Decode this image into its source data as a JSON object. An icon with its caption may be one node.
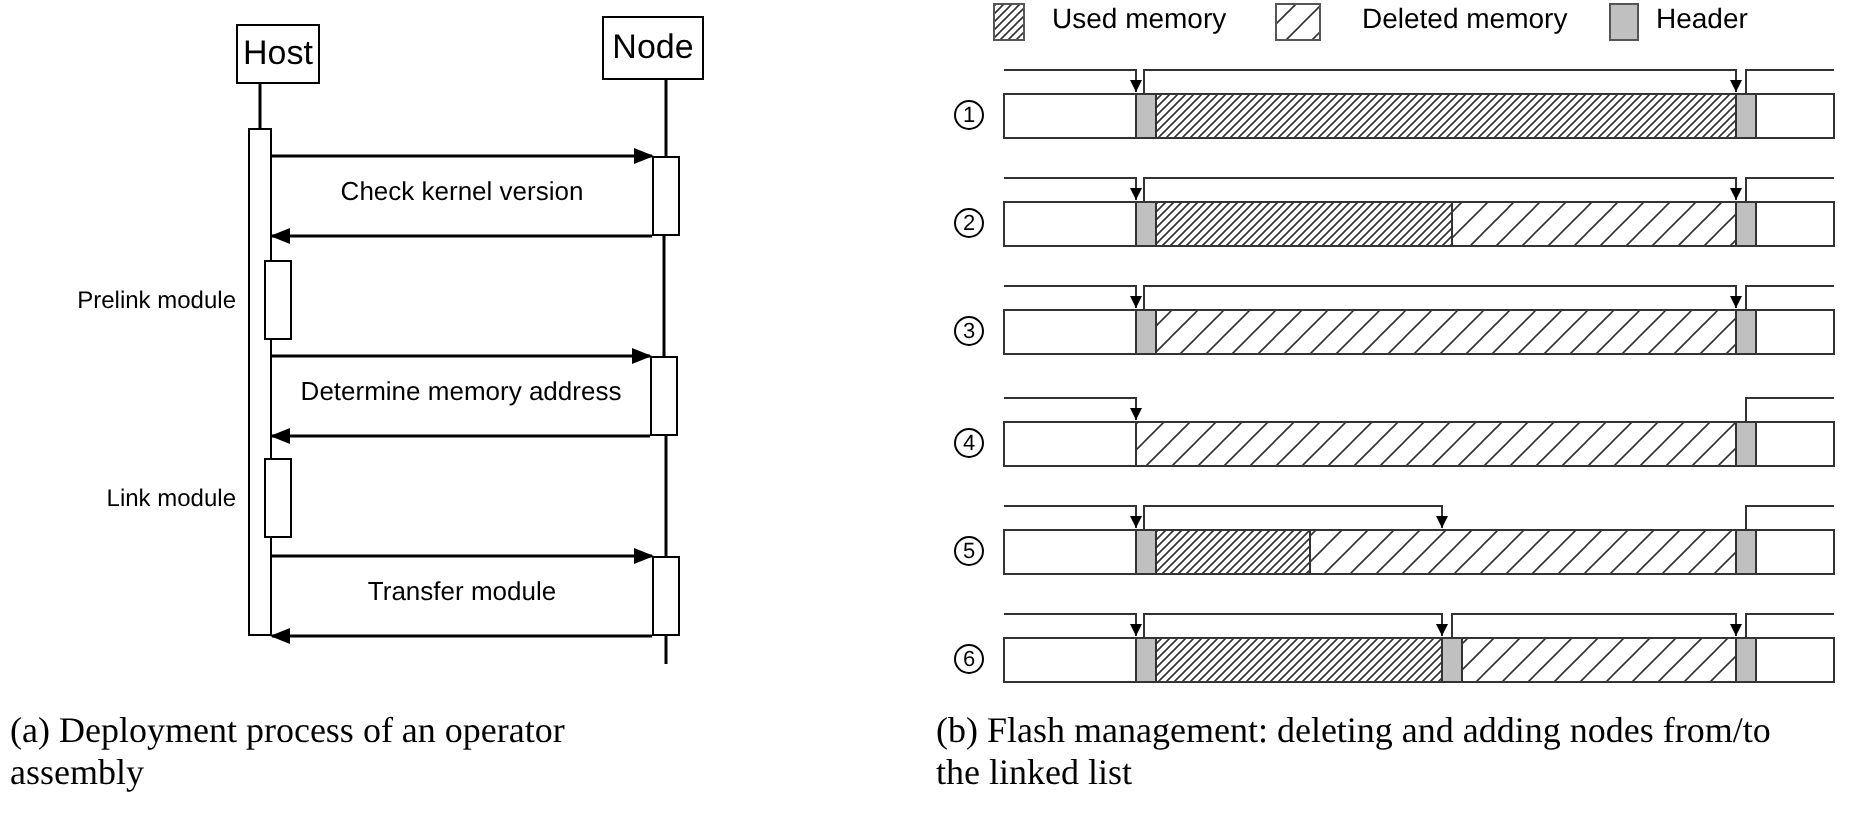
{
  "diagram": {
    "nodes": [
      {
        "text": [
          "Host"
        ]
      },
      {
        "text": [
          "Node"
        ]
      },
      {
        "text": [],
        "shape": "bar"
      },
      {
        "text": [],
        "shape": "bar"
      },
      {
        "text": [],
        "shape": "bar"
      },
      {
        "text": [],
        "shape": "bar"
      },
      {
        "text": [],
        "shape": "bar"
      },
      {
        "text": [],
        "shape": "bar"
      }
    ],
    "edges": [
      {
        "from": 0,
        "to": 2,
        "arrow": "none"
      },
      {
        "from": 1,
        "to": 3,
        "arrow": "none"
      },
      {
        "from": 3,
        "to": 5,
        "arrow": "none"
      },
      {
        "from": 5,
        "to": 7,
        "arrow": "none"
      },
      {
        "from": 7,
        "to": null,
        "arrow": "none"
      },
      {
        "from": 2,
        "to": 3,
        "arrow": "to"
      },
      {
        "from": 3,
        "to": 2,
        "arrow": "to",
        "label": "Check kernel version"
      },
      {
        "from": 2,
        "to": 5,
        "arrow": "to"
      },
      {
        "from": 5,
        "to": 2,
        "arrow": "to",
        "label": "Determine memory address"
      },
      {
        "from": 2,
        "to": 7,
        "arrow": "to"
      },
      {
        "from": 7,
        "to": 2,
        "arrow": "to",
        "label": "Transfer module"
      }
    ],
    "labels": [
      "Prelink module",
      "Link module",
      "1",
      "2",
      "3",
      "4",
      "5",
      "6",
      "(a) Deployment process of an operator assembly",
      "(b) Flash management: deleting and adding nodes from/to the linked list"
    ],
    "legend": [
      {
        "text": "Used memory"
      },
      {
        "text": "Deleted memory"
      },
      {
        "text": "Header",
        "color": "#c0c0c0"
      }
    ]
  }
}
